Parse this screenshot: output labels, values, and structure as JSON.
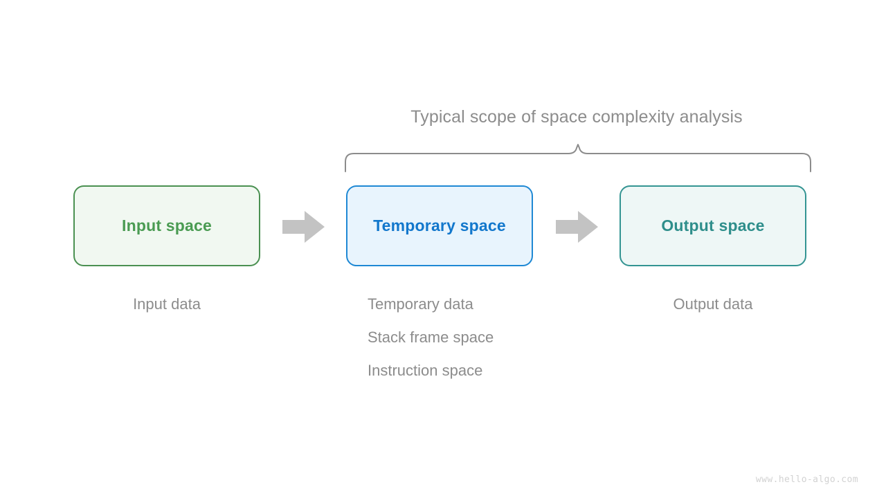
{
  "diagram": {
    "scope_title": "Typical scope of space complexity analysis",
    "boxes": [
      {
        "label": "Input space",
        "caption": "Input data",
        "border_color": "#4a9051",
        "fill_color": "#f1f8f1",
        "text_color": "#4a9b52"
      },
      {
        "label": "Temporary space",
        "caption": "Temporary data",
        "border_color": "#1e88d4",
        "fill_color": "#e8f4fd",
        "text_color": "#1277cc"
      },
      {
        "label": "Output space",
        "caption": "Output data",
        "border_color": "#339492",
        "fill_color": "#eef7f6",
        "text_color": "#2e8e8b"
      }
    ],
    "temporary_captions": [
      "Temporary data",
      "Stack frame space",
      "Instruction space"
    ],
    "arrows": [
      {
        "name": "arrow-input-to-temporary",
        "color": "#c3c3c3"
      },
      {
        "name": "arrow-temporary-to-output",
        "color": "#c3c3c3"
      }
    ],
    "brace_color": "#8c8c8c",
    "caption_color": "#8c8c8c"
  },
  "watermark": "www.hello-algo.com"
}
